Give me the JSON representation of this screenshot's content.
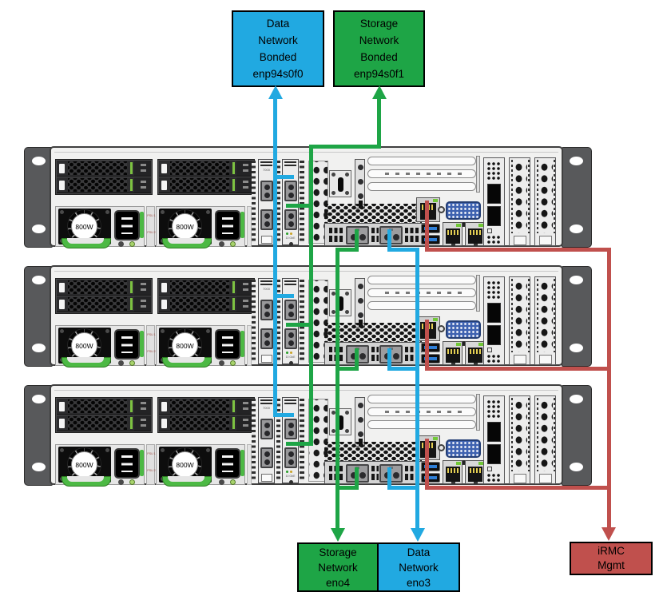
{
  "colors": {
    "blue": "#21A9E1",
    "green": "#1EA546",
    "red": "#C0504D",
    "chassis": "#F1F1F0",
    "ear": "#58595B",
    "ledgreen": "#7DC242",
    "handlegreen": "#4CB944",
    "pinyellow": "#E3CE52",
    "vgablue": "#3E62B0",
    "usbblue": "#2F7FD6"
  },
  "boxes": {
    "data_bonded": {
      "lines": [
        "Data",
        "Network",
        "Bonded",
        "enp94s0f0"
      ]
    },
    "storage_bonded": {
      "lines": [
        "Storage",
        "Network",
        "Bonded",
        "enp94s0f1"
      ]
    },
    "storage_eno4": {
      "lines": [
        "Storage",
        "Network",
        "eno4"
      ]
    },
    "data_eno3": {
      "lines": [
        "Data",
        "Network",
        "eno3"
      ]
    },
    "irmc": {
      "lines": [
        "iRMC",
        "Mgmt"
      ]
    }
  },
  "server": {
    "psu_wattage": "800W",
    "psu1_label": "PSU 1",
    "psu2_label": "PSU 2",
    "module_label": "7000",
    "nic_label": "10 GbE"
  }
}
